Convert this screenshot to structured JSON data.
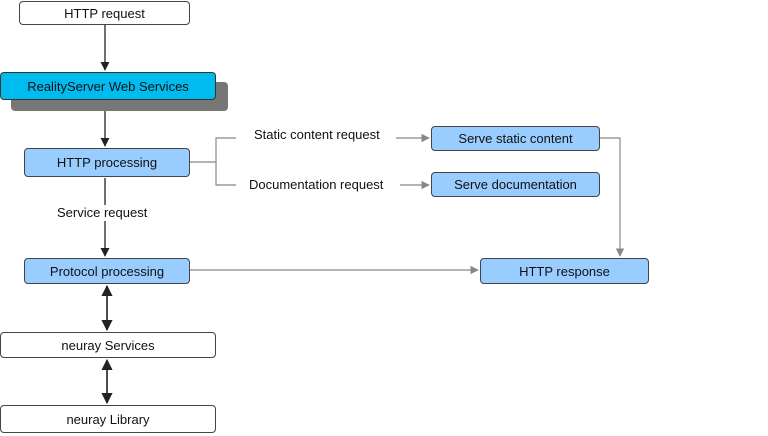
{
  "nodes": {
    "http_request": "HTTP request",
    "web_services": "RealityServer Web Services",
    "http_processing": "HTTP processing",
    "protocol_processing": "Protocol processing",
    "neuray_services": "neuray Services",
    "neuray_library": "neuray Library",
    "serve_static": "Serve static content",
    "serve_docs": "Serve documentation",
    "http_response": "HTTP response"
  },
  "edge_labels": {
    "static_request": "Static content request",
    "documentation_request": "Documentation request",
    "service_request": "Service request"
  },
  "colors": {
    "node_fill": "#99ccff",
    "highlight_fill": "#00bbee",
    "shadow": "#777777",
    "dark_line": "#222222",
    "gray_line": "#888888"
  }
}
